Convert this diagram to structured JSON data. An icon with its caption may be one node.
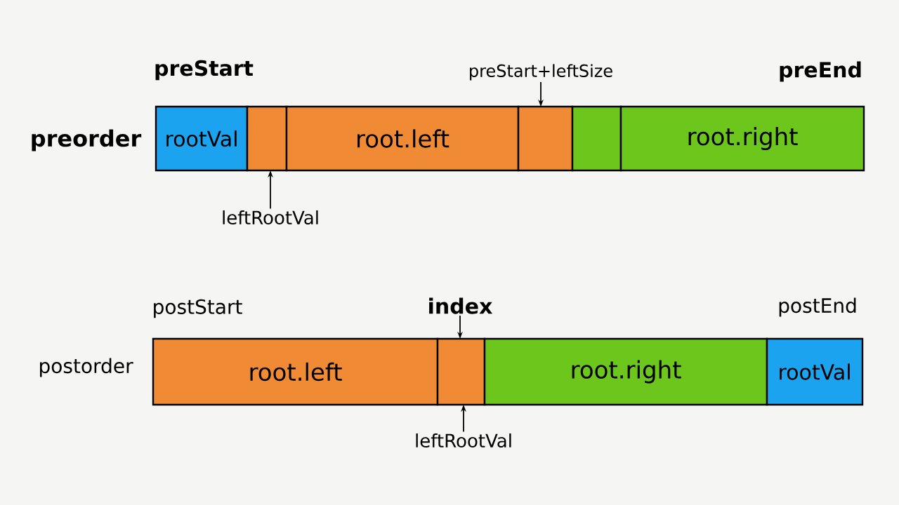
{
  "diagram": {
    "nodes": [
      {
        "text": [
          "rootVal"
        ]
      },
      {
        "text": [],
        "shape": "box"
      },
      {
        "text": [
          "root.left"
        ]
      },
      {
        "text": [],
        "shape": "box"
      },
      {
        "text": [],
        "shape": "box"
      },
      {
        "text": [
          "root.right"
        ]
      },
      {
        "text": [
          "leftRootVal"
        ]
      },
      {
        "text": [
          "preStart+leftSize"
        ]
      },
      {
        "text": [
          "root.left"
        ]
      },
      {
        "text": [],
        "shape": "box"
      },
      {
        "text": [
          "root.right"
        ]
      },
      {
        "text": [
          "rootVal"
        ]
      },
      {
        "text": [
          "index"
        ]
      },
      {
        "text": [
          "leftRootVal"
        ]
      }
    ],
    "edges": [
      {
        "from": 6,
        "to": 1,
        "arrow": "to"
      },
      {
        "from": 7,
        "to": 3,
        "arrow": "to"
      },
      {
        "from": 12,
        "to": 9,
        "arrow": "to"
      },
      {
        "from": 13,
        "to": 9,
        "arrow": "to"
      }
    ],
    "labels": [
      "preStart",
      "preEnd",
      "preorder",
      "postStart",
      "postEnd",
      "postorder"
    ]
  }
}
